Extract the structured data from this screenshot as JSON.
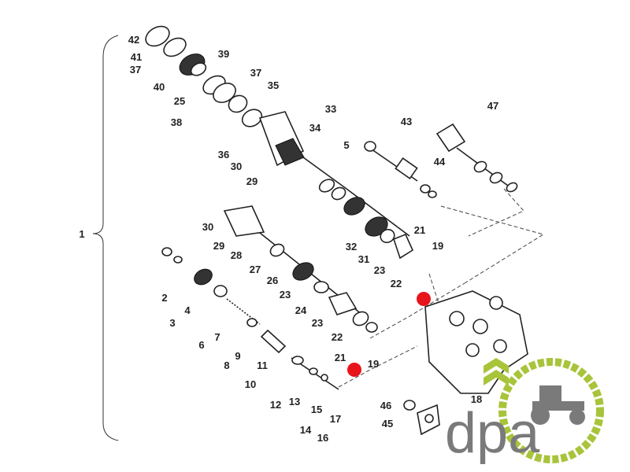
{
  "diagram": {
    "callouts": [
      "42",
      "41",
      "37",
      "40",
      "39",
      "25",
      "38",
      "37",
      "35",
      "36",
      "30",
      "29",
      "33",
      "34",
      "5",
      "43",
      "47",
      "44",
      "1",
      "30",
      "29",
      "28",
      "27",
      "26",
      "23",
      "24",
      "23",
      "32",
      "31",
      "23",
      "22",
      "21",
      "19",
      "2",
      "3",
      "4",
      "6",
      "7",
      "8",
      "9",
      "10",
      "11",
      "12",
      "13",
      "14",
      "15",
      "16",
      "17",
      "22",
      "21",
      "19",
      "46",
      "45",
      "18"
    ],
    "markers": {
      "color": "#e8141b",
      "count": 2
    }
  },
  "logo": {
    "text": "dpa",
    "accent": "#a8c43a",
    "gray": "#7a7a7a"
  }
}
